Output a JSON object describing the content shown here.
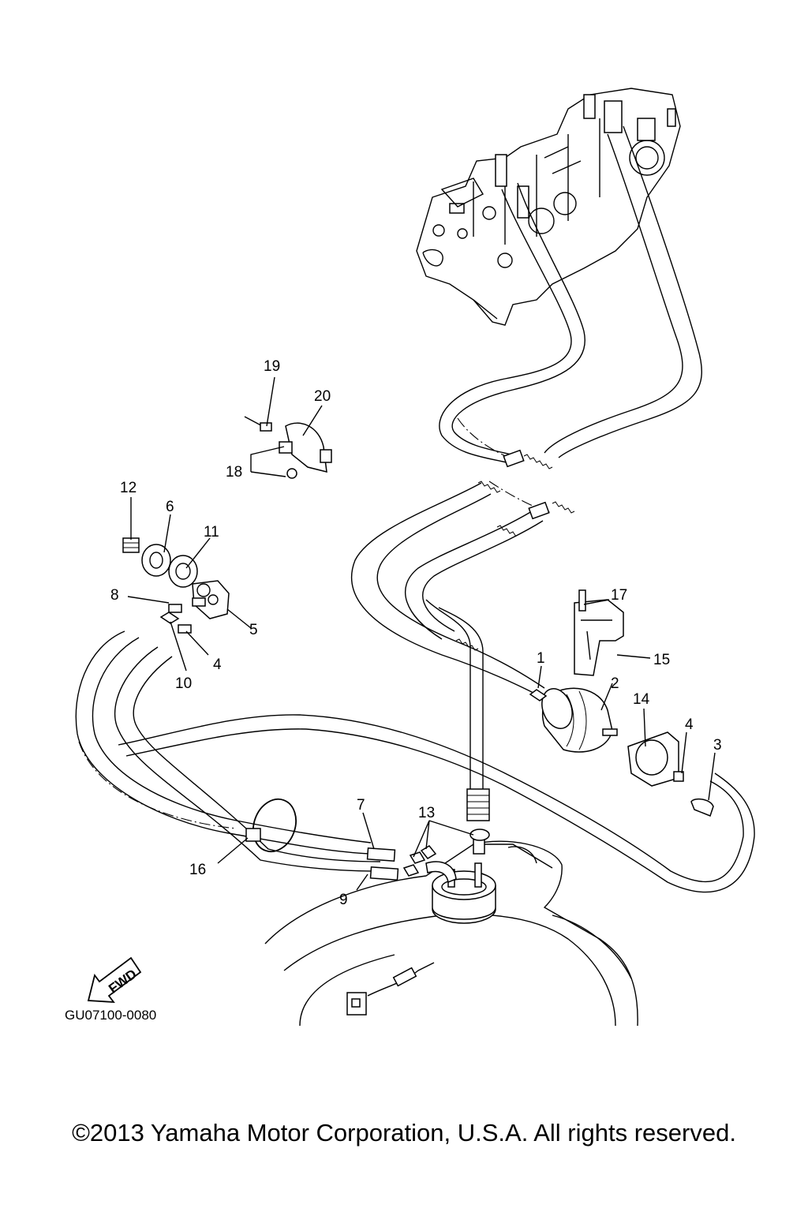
{
  "diagram": {
    "callouts": [
      "1",
      "2",
      "3",
      "4",
      "4",
      "5",
      "6",
      "7",
      "8",
      "9",
      "10",
      "11",
      "12",
      "13",
      "14",
      "15",
      "16",
      "17",
      "18",
      "19",
      "20"
    ],
    "figure_code": "GU07100-0080",
    "fwd_label": "FWD",
    "copyright": "©2013 Yamaha Motor Corporation, U.S.A. All rights reserved."
  }
}
